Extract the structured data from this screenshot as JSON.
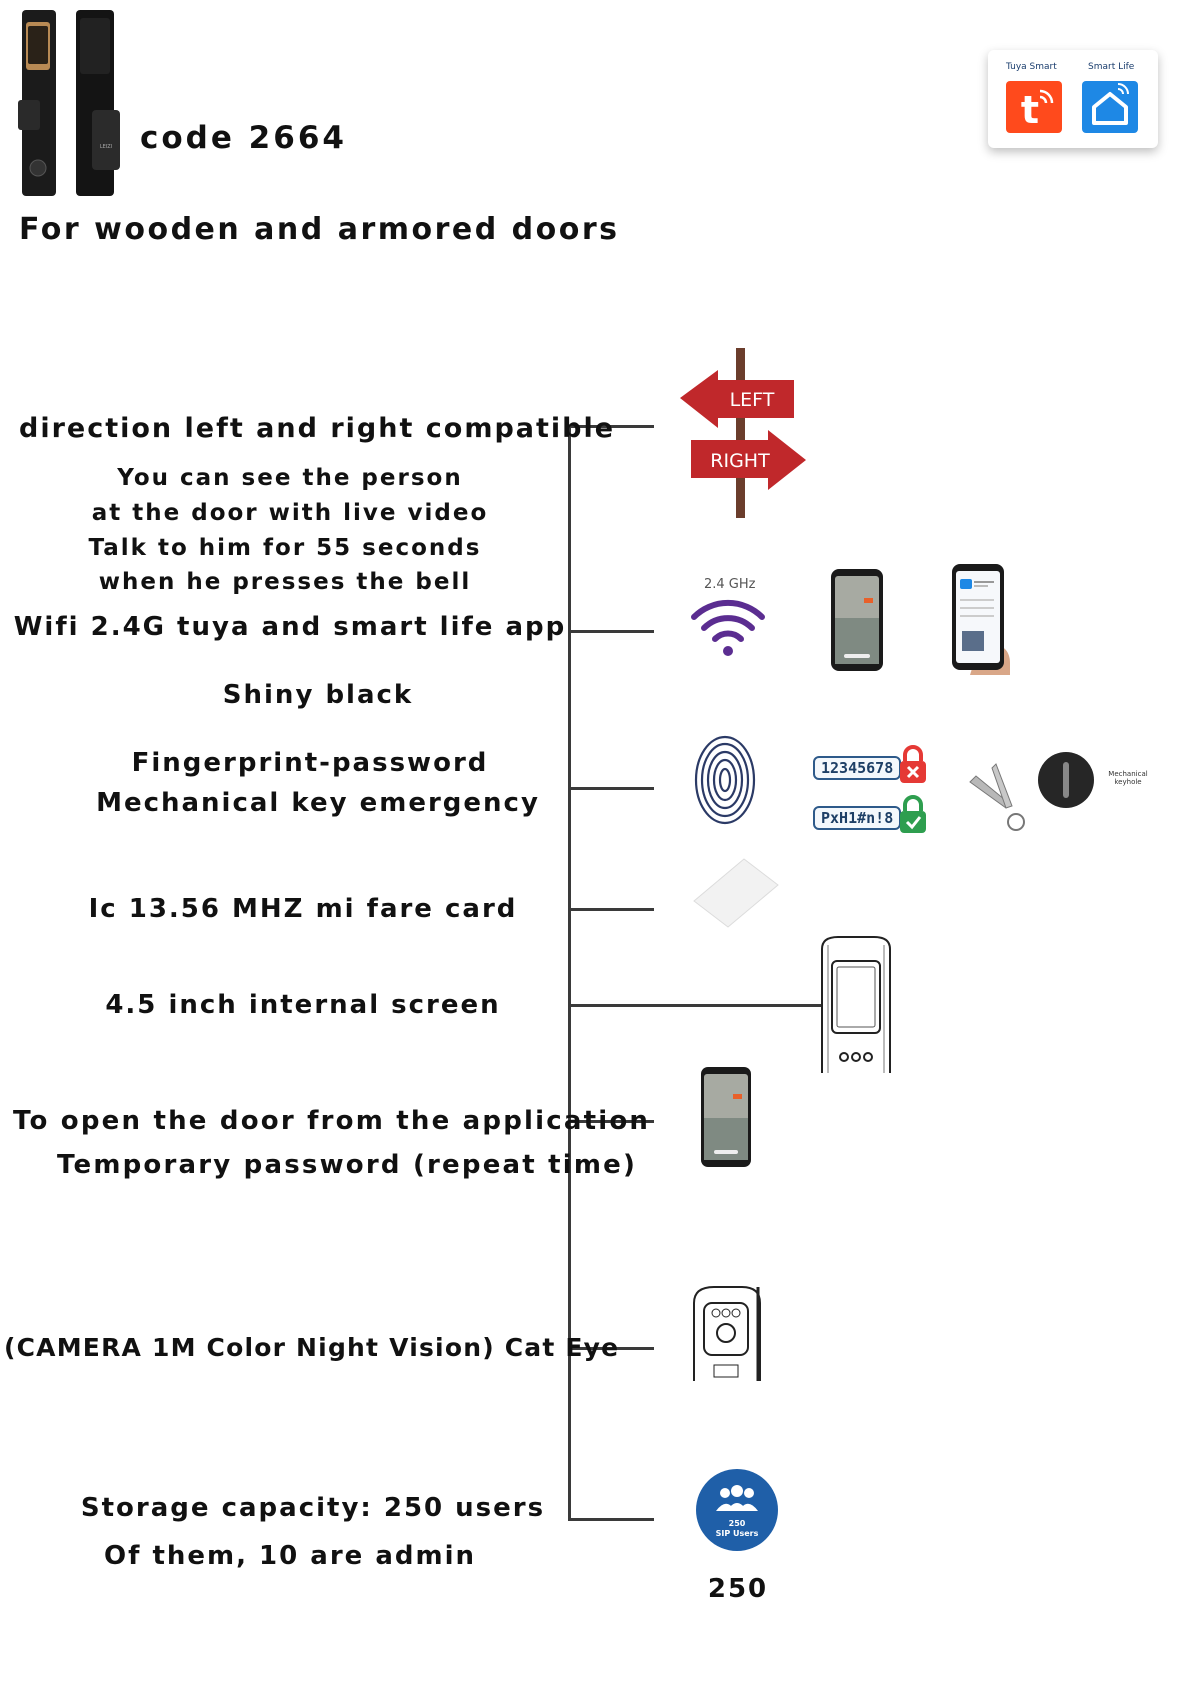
{
  "header": {
    "code": "code 2664",
    "subtitle": "For wooden and armored doors",
    "lock_brand": "LEIZI"
  },
  "apps": {
    "tuya_label": "Tuya Smart",
    "smartlife_label": "Smart Life",
    "tuya_color": "#ff4a1c",
    "smartlife_color": "#1e88e5"
  },
  "features": {
    "direction": "direction left and right compatible",
    "video_1": "You can see the person",
    "video_2": "at the door with live video",
    "video_3": "Talk to him for 55 seconds",
    "video_4": "when he presses the bell",
    "wifi": "Wifi 2.4G tuya and smart life app",
    "color": "Shiny black",
    "unlock_1": "Fingerprint-password",
    "unlock_2": "Mechanical key emergency",
    "card": "Ic 13.56 MHZ mi fare card",
    "screen": "4.5 inch internal screen",
    "app_open": "To open the door from the application",
    "temp_pass": "Temporary password (repeat time)",
    "camera": "(CAMERA 1M Color Night Vision) Cat Eye",
    "storage_1": "Storage capacity: 250 users",
    "storage_2": "Of them, 10 are admin"
  },
  "icons": {
    "arrow_left": "LEFT",
    "arrow_right": "RIGHT",
    "wifi_label": "2.4 GHz",
    "password_plain": "12345678",
    "password_strong": "PxH1#n!8",
    "keyhole_label": "Mechanical keyhole",
    "users_badge_1": "250",
    "users_badge_2": "SIP Users",
    "users_count": "250",
    "arrow_color": "#c0282b",
    "accent_red": "#e53935",
    "accent_green": "#2e9e4f",
    "badge_blue": "#1f5fa8"
  }
}
